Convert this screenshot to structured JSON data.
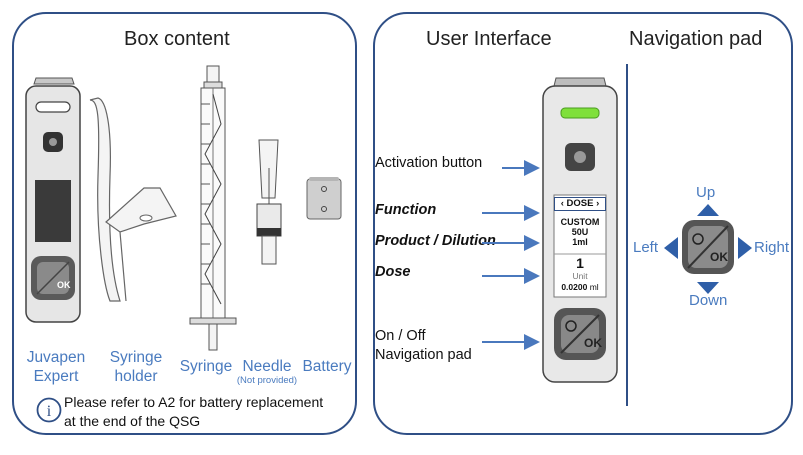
{
  "left_panel": {
    "title": "Box content",
    "items": [
      {
        "line1": "Juvapen",
        "line2": "Expert"
      },
      {
        "line1": "Syringe",
        "line2": "holder"
      },
      {
        "line1": "Syringe"
      },
      {
        "line1": "Needle",
        "note": "(Not provided)"
      },
      {
        "line1": "Battery"
      }
    ],
    "info_icon": "i",
    "info_line1": "Please refer to A2 for battery replacement",
    "info_line2": "at the end of the QSG",
    "pen_button": "OK"
  },
  "right_panel": {
    "title_ui": "User Interface",
    "title_nav": "Navigation pad",
    "labels": {
      "activation": "Activation button",
      "function": "Function",
      "product": "Product / Dilution",
      "dose": "Dose",
      "onoff_line1": "On / Off",
      "onoff_line2": "Navigation pad"
    },
    "screen": {
      "function_text": "DOSE",
      "product_name": "CUSTOM",
      "product_units": "50U",
      "product_volume": "1ml",
      "dose_value": "1",
      "dose_unit": "Unit",
      "dose_amount": "0.0200",
      "dose_amount_unit": "ml"
    },
    "pad": {
      "ok": "OK",
      "up": "Up",
      "down": "Down",
      "left": "Left",
      "right": "Right"
    }
  },
  "colors": {
    "border": "#2f4f86",
    "label_blue": "#4a7bbf",
    "arrow_blue": "#4a78bd",
    "led_green": "#7fe03a"
  }
}
